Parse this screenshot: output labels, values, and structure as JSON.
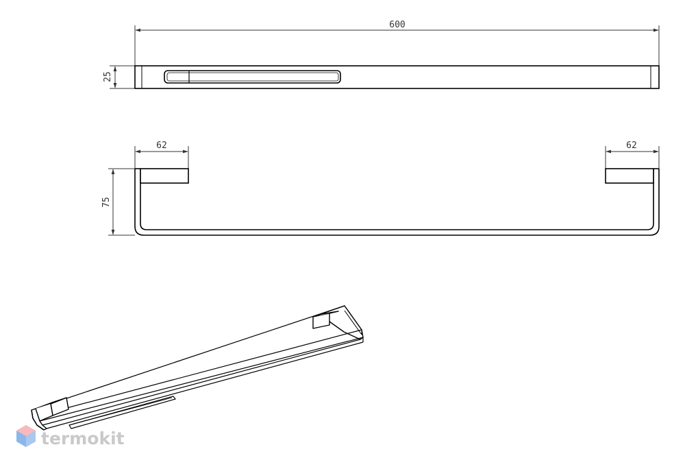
{
  "drawing": {
    "top_view": {
      "width_label": "600",
      "depth_label": "25"
    },
    "front_view": {
      "left_offset_label": "62",
      "right_offset_label": "62",
      "height_label": "75"
    }
  },
  "watermark": {
    "text": "termokit"
  },
  "colors": {
    "line": "#000000",
    "dimension": "#333333",
    "watermark_text": "#c9c9c9",
    "logo_pink": "#f3a3a8",
    "logo_blue": "#8cb7e8"
  }
}
